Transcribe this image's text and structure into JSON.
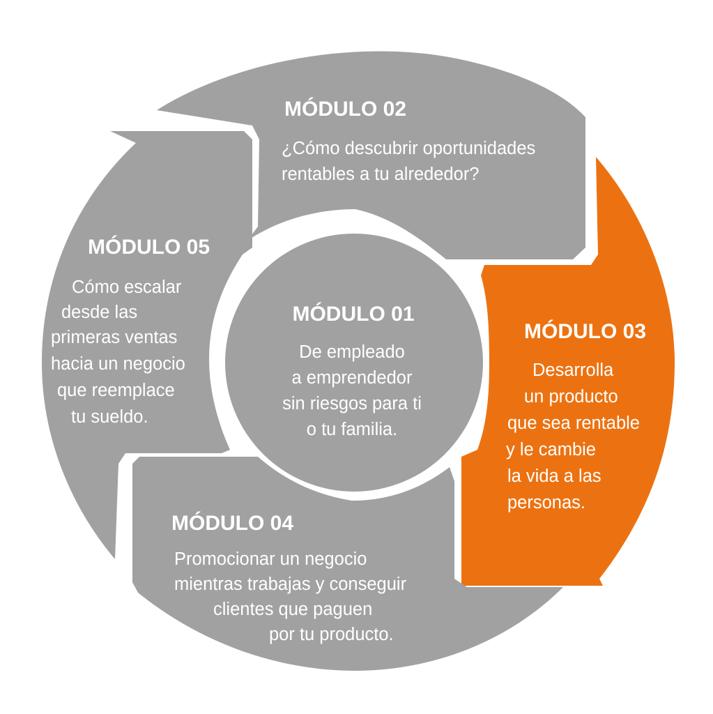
{
  "colors": {
    "gray": "#a1a1a1",
    "highlight": "#ec7211",
    "text": "#ffffff",
    "background": "#ffffff"
  },
  "modules": {
    "m01": {
      "title": "MÓDULO 01",
      "lines": [
        "De empleado",
        "a emprendedor",
        "sin riesgos para ti",
        "o tu familia."
      ]
    },
    "m02": {
      "title": "MÓDULO 02",
      "lines": [
        "¿Cómo descubrir oportunidades",
        "rentables a tu alrededor?"
      ]
    },
    "m03": {
      "title": "MÓDULO 03",
      "lines": [
        "Desarrolla",
        "un producto",
        "que sea rentable",
        "y le cambie",
        "la vida a las",
        "personas."
      ]
    },
    "m04": {
      "title": "MÓDULO 04",
      "lines": [
        "Promocionar un negocio",
        "mientras trabajas y conseguir",
        "clientes que paguen",
        "por tu producto."
      ]
    },
    "m05": {
      "title": "MÓDULO 05",
      "lines": [
        "Cómo escalar",
        "desde las",
        "primeras ventas",
        "hacia un negocio",
        "que reemplace",
        "tu sueldo."
      ]
    }
  }
}
